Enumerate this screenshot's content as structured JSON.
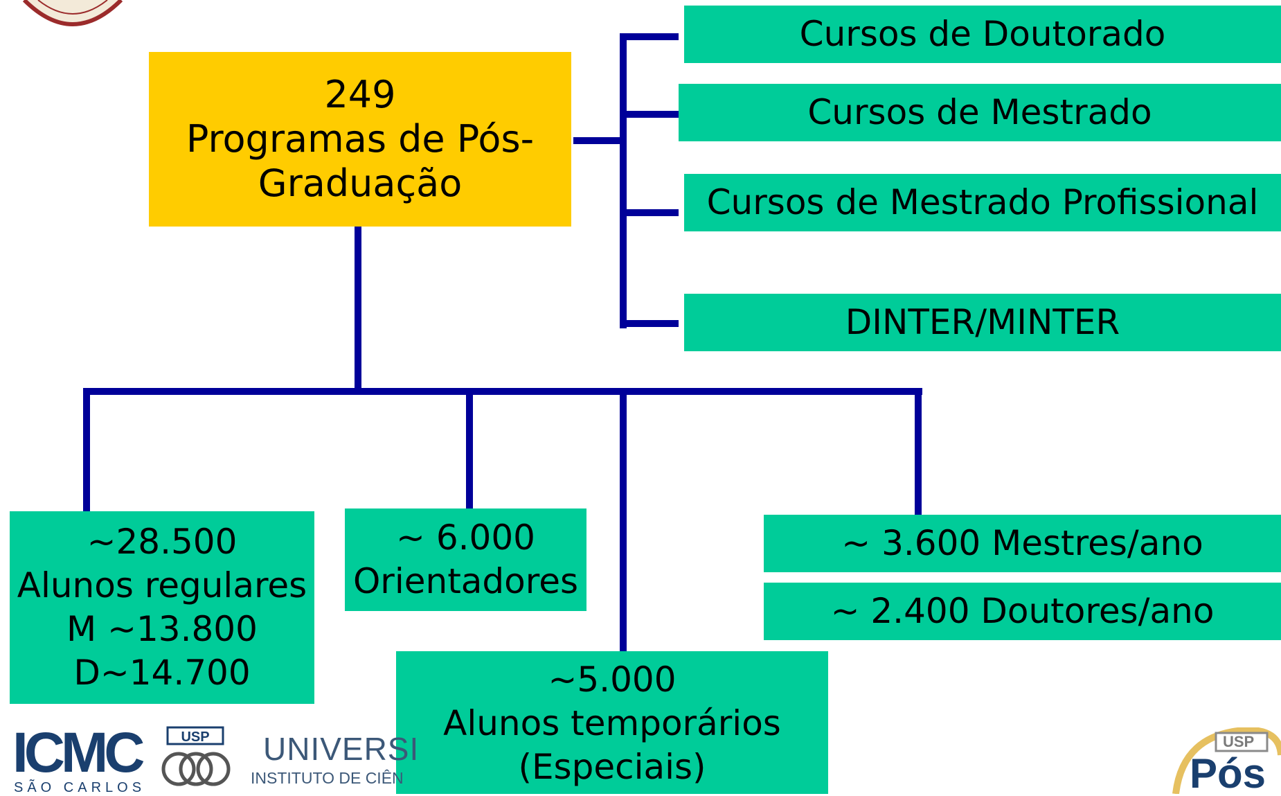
{
  "colors": {
    "box": "#00CC99",
    "center": "#FFCC00",
    "connector": "#000099"
  },
  "center": {
    "line1": "249",
    "line2": "Programas de Pós-",
    "line3": "Graduação"
  },
  "courses": [
    {
      "label": "Cursos de Doutorado"
    },
    {
      "label": "Cursos de Mestrado"
    },
    {
      "label": "Cursos de Mestrado Profissional"
    },
    {
      "label": "DINTER/MINTER"
    }
  ],
  "stats": {
    "regular": {
      "line1": "~28.500",
      "line2": "Alunos regulares",
      "line3": "M ~13.800",
      "line4": "D~14.700"
    },
    "advisors": {
      "line1": "~ 6.000",
      "line2": "Orientadores"
    },
    "temporary": {
      "line1": "~5.000",
      "line2": "Alunos temporários",
      "line3": "(Especiais)"
    },
    "masters": "~ 3.600 Mestres/ano",
    "doctors": "~ 2.400 Doutores/ano"
  },
  "footer": {
    "icmc_logo": "ICMC",
    "sao_carlos": "SÃO CARLOS",
    "universidade": "UNIVERSI",
    "instituto": "INSTITUTO DE CIÊN",
    "usp_pos_logo": "Pós",
    "usp_mark": "USP"
  }
}
